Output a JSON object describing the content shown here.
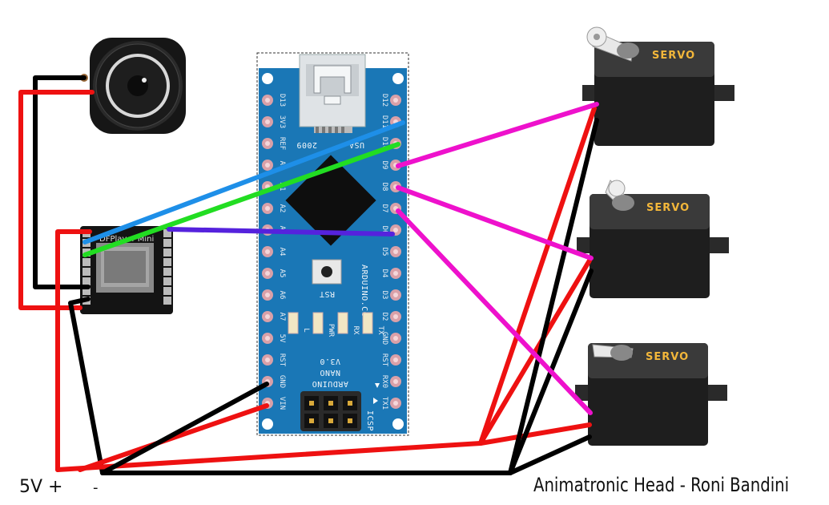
{
  "title": "Animatronic Head - Roni Bandini",
  "power": {
    "plus_label": "5V +",
    "minus_label": "-"
  },
  "arduino": {
    "board_lines": [
      "ARDUINO",
      "NANO",
      "V3.0"
    ],
    "side_label": "ARDUINO.CC",
    "usb_label": "USA",
    "year_label": "2009",
    "reset_label": "RST",
    "icsp_label": "ICSP",
    "leds": [
      "L",
      "PWR",
      "RX",
      "TX"
    ],
    "left_pins": [
      "D13",
      "3V3",
      "REF",
      "A0",
      "A1",
      "A2",
      "A3",
      "A4",
      "A5",
      "A6",
      "A7",
      "5V",
      "RST",
      "GND",
      "VIN"
    ],
    "right_pins": [
      "D12",
      "D11",
      "D10",
      "D9",
      "D8",
      "D7",
      "D6",
      "D5",
      "D4",
      "D3",
      "D2",
      "GND",
      "RST",
      "RX0",
      "TX1"
    ]
  },
  "mp3_module": {
    "label": "DFPlayer Mini"
  },
  "servos": [
    {
      "label": "SERVO"
    },
    {
      "label": "SERVO"
    },
    {
      "label": "SERVO"
    }
  ],
  "wire_colors": {
    "power": "#ee1111",
    "ground": "#000000",
    "servo_signal": "#ee11cc",
    "rx": "#1e8fe8",
    "tx": "#22dd22",
    "busy": "#5522dd"
  }
}
